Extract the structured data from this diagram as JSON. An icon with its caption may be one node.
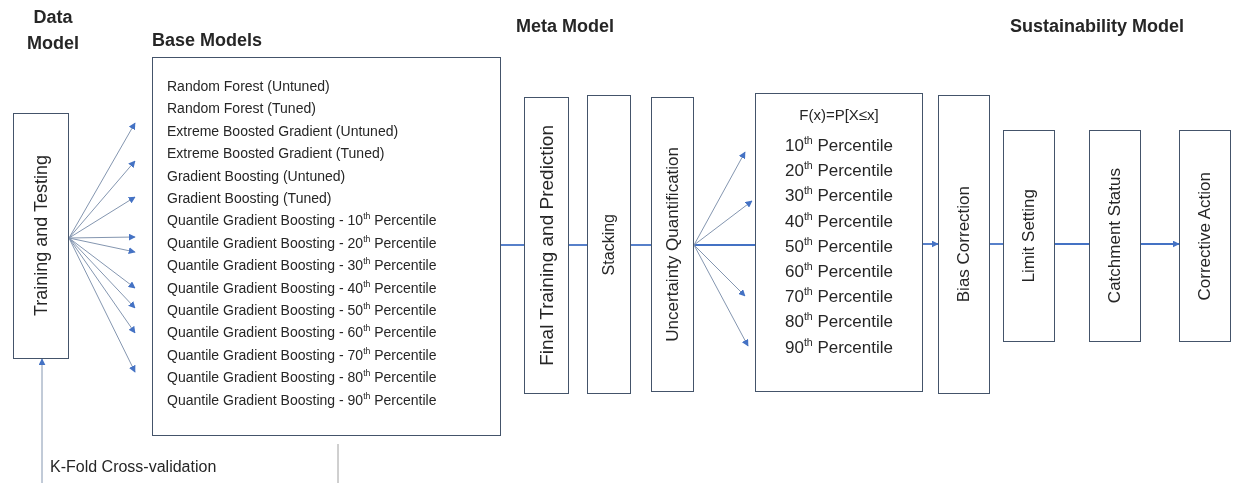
{
  "diagram": {
    "nodes": [
      {
        "text": [
          "Training and Testing"
        ]
      },
      {
        "text": [
          "Random Forest (Untuned)",
          "Random Forest (Tuned)",
          "Extreme Boosted Gradient (Untuned)",
          "Extreme Boosted Gradient (Tuned)",
          "Gradient Boosting (Untuned)",
          "Gradient Boosting (Tuned)",
          "Quantile Gradient Boosting - 10$^{th}$ Percentile",
          "Quantile Gradient Boosting - 20$^{th}$ Percentile",
          "Quantile Gradient Boosting - 30$^{th}$ Percentile",
          "Quantile Gradient Boosting - 40$^{th}$ Percentile",
          "Quantile Gradient Boosting - 50$^{th}$ Percentile",
          "Quantile Gradient Boosting - 60$^{th}$ Percentile",
          "Quantile Gradient Boosting - 70$^{th}$ Percentile",
          "Quantile Gradient Boosting - 80$^{th}$ Percentile",
          "Quantile Gradient Boosting - 90$^{th}$ Percentile"
        ]
      },
      {
        "text": [
          "Final Training and Prediction"
        ]
      },
      {
        "text": [
          "Stacking"
        ]
      },
      {
        "text": [
          "Uncertainty Quantification"
        ]
      },
      {
        "text": [
          "F(x)=P[X≤x]",
          "10$^{th}$ Percentile",
          "20$^{th}$ Percentile",
          "30$^{th}$ Percentile",
          "40$^{th}$ Percentile",
          "50$^{th}$ Percentile",
          "60$^{th}$ Percentile",
          "70$^{th}$ Percentile",
          "80$^{th}$ Percentile",
          "90$^{th}$ Percentile"
        ]
      },
      {
        "text": [
          "Bias Correction"
        ]
      },
      {
        "text": [
          "Limit Setting"
        ]
      },
      {
        "text": [
          "Catchment Status"
        ]
      },
      {
        "text": [
          "Corrective Action"
        ]
      }
    ],
    "edges": [
      {
        "from": null,
        "to": 0,
        "arrow": "to"
      },
      {
        "from": 0,
        "to": 1,
        "arrow": "to"
      },
      {
        "from": 0,
        "to": 1,
        "arrow": "to"
      },
      {
        "from": 0,
        "to": 1,
        "arrow": "to"
      },
      {
        "from": 0,
        "to": 1,
        "arrow": "to"
      },
      {
        "from": 0,
        "to": 1,
        "arrow": "to"
      },
      {
        "from": 0,
        "to": 1,
        "arrow": "to"
      },
      {
        "from": 0,
        "to": 1,
        "arrow": "to"
      },
      {
        "from": 0,
        "to": 1,
        "arrow": "to"
      },
      {
        "from": 0,
        "to": 1,
        "arrow": "to"
      },
      {
        "from": 1,
        "to": 2,
        "arrow": "none",
        "color": "#4472c4"
      },
      {
        "from": 2,
        "to": 3,
        "arrow": "none",
        "color": "#4472c4"
      },
      {
        "from": 3,
        "to": 4,
        "arrow": "none",
        "color": "#4472c4"
      },
      {
        "from": 4,
        "to": 5,
        "arrow": "none",
        "color": "#4472c4"
      },
      {
        "from": 4,
        "to": 5,
        "arrow": "to"
      },
      {
        "from": 4,
        "to": 5,
        "arrow": "to"
      },
      {
        "from": 4,
        "to": 5,
        "arrow": "to"
      },
      {
        "from": 4,
        "to": 5,
        "arrow": "to"
      },
      {
        "from": 5,
        "to": 6,
        "arrow": "to",
        "color": "#4472c4"
      },
      {
        "from": 6,
        "to": 7,
        "arrow": "none",
        "color": "#4472c4"
      },
      {
        "from": 7,
        "to": 8,
        "arrow": "none",
        "color": "#4472c4"
      },
      {
        "from": 8,
        "to": 9,
        "arrow": "to",
        "color": "#4472c4"
      }
    ],
    "labels": [
      "Data Model",
      "Base Models",
      "Meta Model",
      "Sustainability Model",
      "K-Fold Cross-validation"
    ]
  }
}
